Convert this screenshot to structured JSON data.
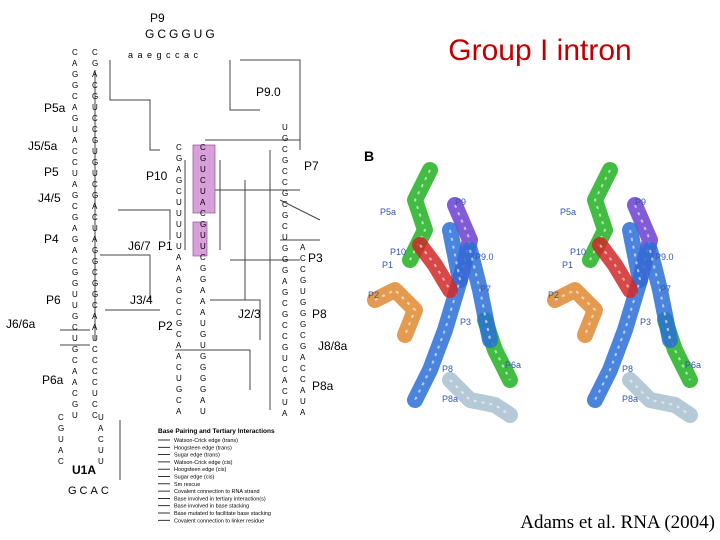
{
  "slide": {
    "title": "Group I intron",
    "citation": "Adams et al. RNA (2004)"
  },
  "secondary_structure": {
    "helix_labels": [
      "P9",
      "P9.0",
      "P5a",
      "J5/5a",
      "P5",
      "J4/5",
      "P4",
      "P10",
      "P7",
      "J6/7",
      "P1",
      "P3",
      "P6",
      "J3/4",
      "J6/6a",
      "P2",
      "J2/3",
      "P8",
      "J8/8a",
      "P6a",
      "P8a"
    ],
    "top_sequence": "GCGGUG",
    "loop_sequence": "a a e g c c a c",
    "tetraloop": "U1A",
    "tetraloop_tail": "GCAC",
    "legend": {
      "title": "Base Pairing and Tertiary Interactions",
      "items": [
        "Watson-Crick edge (trans)",
        "Hoogsteen edge (trans)",
        "Sugar edge (trans)",
        "Watson-Crick edge (cis)",
        "Hoogsteen edge (cis)",
        "Sugar edge (cis)",
        "Sm rescue",
        "Covalent connection to RNA strand",
        "Base involved in tertiary interaction(s)",
        "Base involved in base stacking",
        "Base mutated to facilitate base stacking",
        "Covalent connection to linker residue"
      ]
    }
  },
  "structure_3d": {
    "panel_label": "B",
    "labels": [
      "P5a",
      "P9",
      "P10",
      "P1",
      "P9.0",
      "P2",
      "P7",
      "P3",
      "P6a",
      "P8",
      "P8a"
    ]
  },
  "colors": {
    "title": "#c00000",
    "green_helix": "#22b022",
    "blue_helix": "#2a6fd6",
    "orange_helix": "#e08a30",
    "red_helix": "#d02828",
    "purple_helix": "#6a3fd0",
    "grey_helix": "#a8c0d0",
    "highlight": "#d8a0d8"
  }
}
